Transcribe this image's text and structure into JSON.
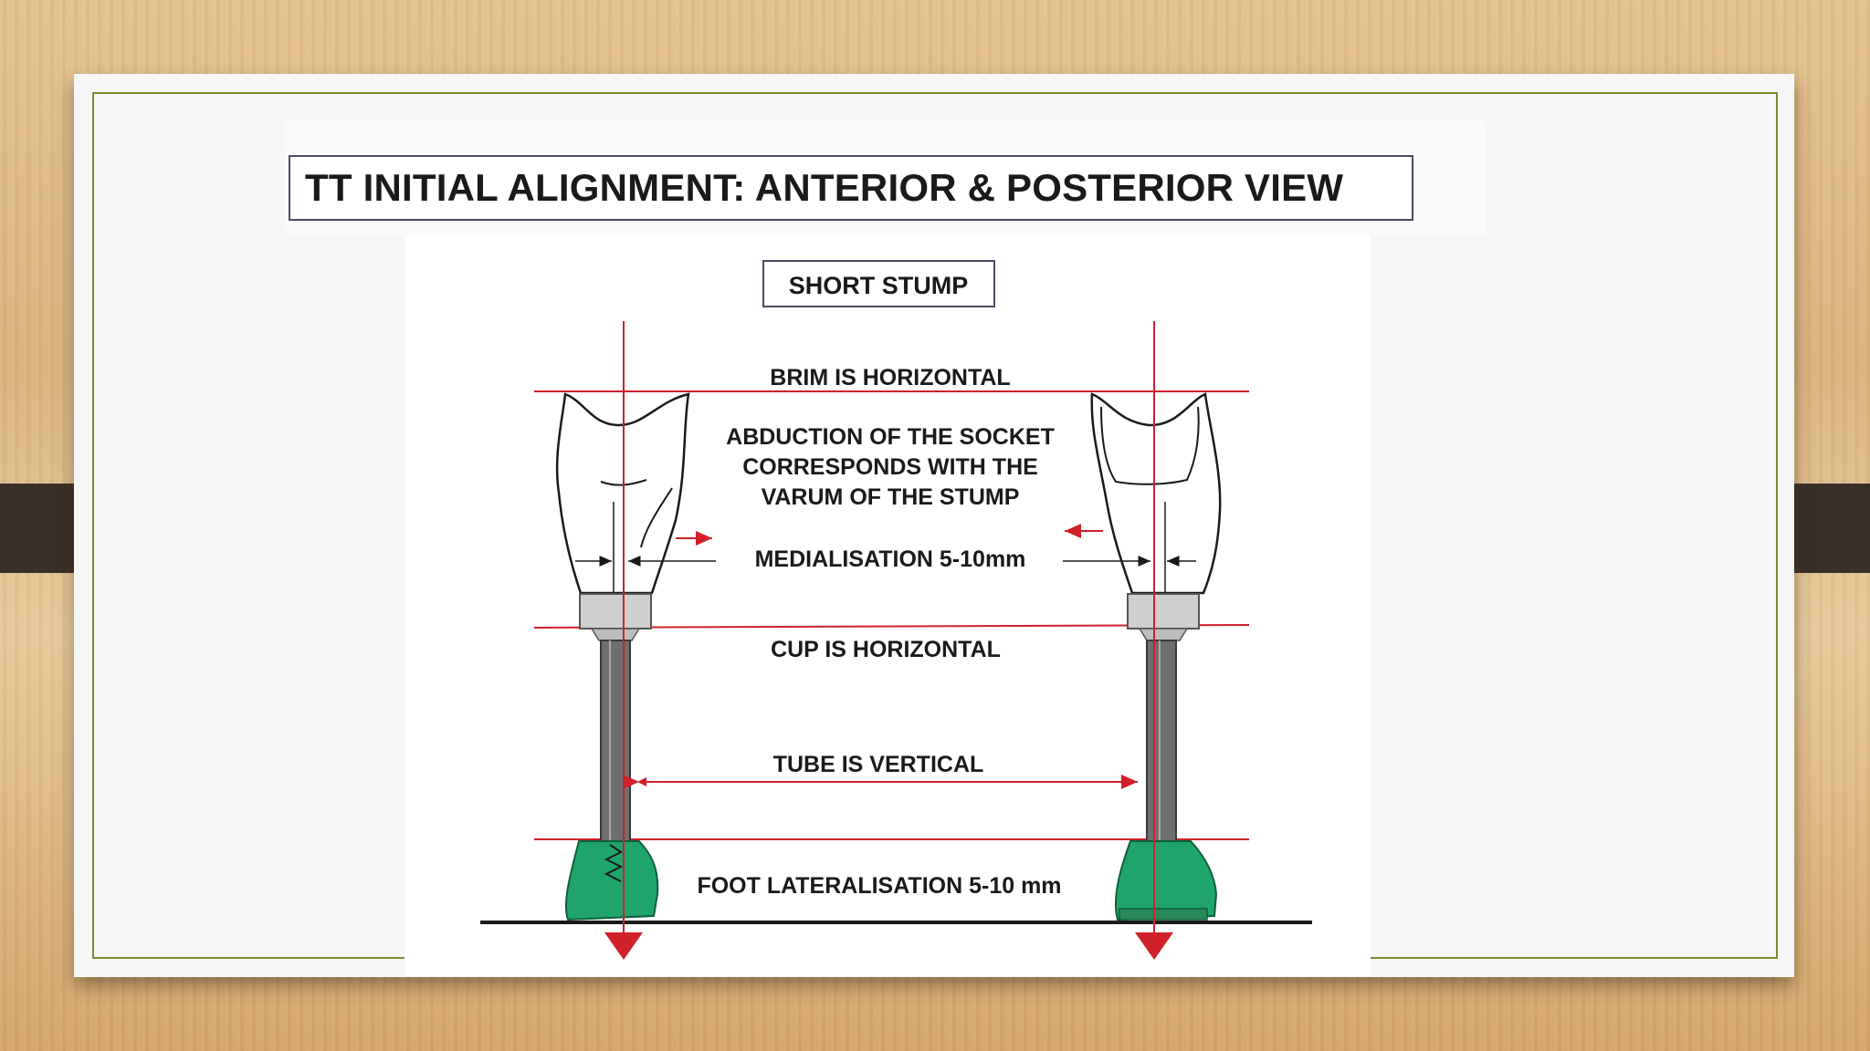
{
  "slide": {
    "title": "TT INITIAL ALIGNMENT: ANTERIOR & POSTERIOR VIEW"
  },
  "diagram": {
    "subtitle": "SHORT STUMP",
    "labels": {
      "brim": "BRIM IS HORIZONTAL",
      "abduction_line1": "ABDUCTION OF THE SOCKET",
      "abduction_line2": "CORRESPONDS WITH THE",
      "abduction_line3": "VARUM OF THE STUMP",
      "medialisation": "MEDIALISATION 5-10mm",
      "cup": "CUP IS HORIZONTAL",
      "tube": "TUBE IS VERTICAL",
      "foot": "FOOT LATERALISATION 5-10 mm"
    },
    "colors": {
      "reference_line": "#d0202a",
      "foot": "#1fa56b",
      "pylon": "#6f6f6f",
      "cup": "#cfcfcf",
      "tab": "#3a2f28",
      "frame": "#7b8a2c"
    }
  }
}
